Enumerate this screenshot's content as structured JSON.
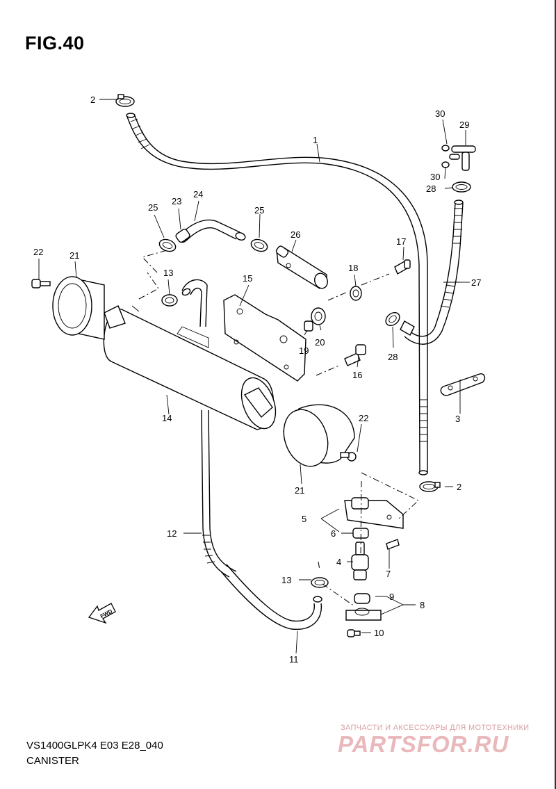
{
  "figure": {
    "title": "FIG.40",
    "model_code": "VS1400GLPK4 E03 E28_040",
    "section_name": "CANISTER"
  },
  "watermark": {
    "tagline": "ЗАПЧАСТИ И АКСЕССУАРЫ ДЛЯ МОТОТЕХНИКИ",
    "logo": "PARTSFOR.RU",
    "color": "#e9b8bb"
  },
  "fwd_arrow": {
    "label": "FWD",
    "icon": "fwd-arrow-icon"
  },
  "callouts": {
    "c1": "1",
    "c2a": "2",
    "c2b": "2",
    "c3": "3",
    "c4": "4",
    "c5": "5",
    "c6": "6",
    "c7": "7",
    "c8": "8",
    "c9": "9",
    "c10": "10",
    "c11": "11",
    "c12": "12",
    "c13a": "13",
    "c13b": "13",
    "c14": "14",
    "c15": "15",
    "c16": "16",
    "c17": "17",
    "c18": "18",
    "c19": "19",
    "c20": "20",
    "c21a": "21",
    "c21b": "21",
    "c22a": "22",
    "c22b": "22",
    "c23": "23",
    "c24": "24",
    "c25a": "25",
    "c25b": "25",
    "c26": "26",
    "c27": "27",
    "c28a": "28",
    "c28b": "28",
    "c29": "29",
    "c30a": "30",
    "c30b": "30"
  }
}
